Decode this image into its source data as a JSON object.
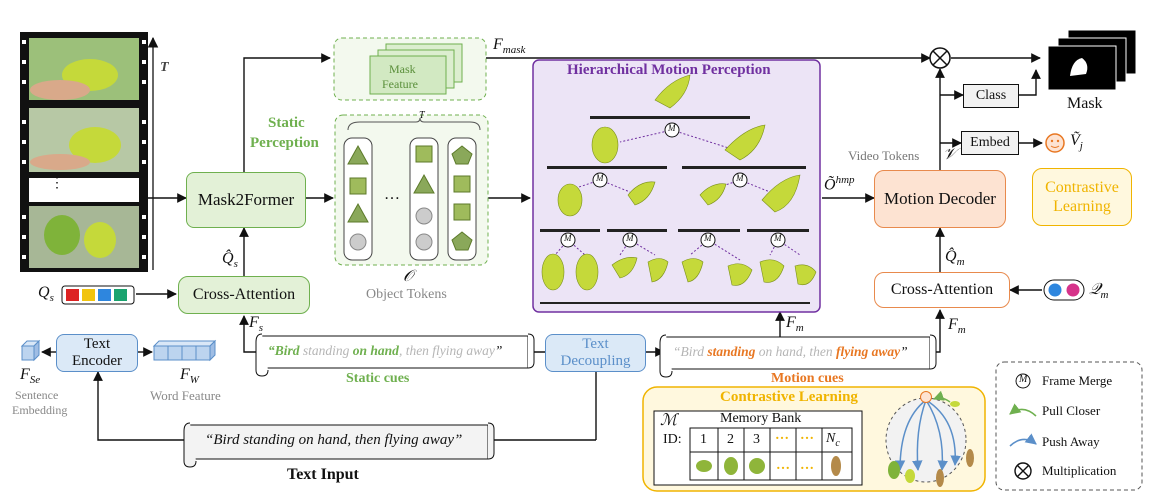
{
  "labels": {
    "t_axis": "T",
    "f_mask": "F",
    "f_mask_sub": "mask",
    "mask2former": "Mask2Former",
    "static_perception_1": "Static",
    "static_perception_2": "Perception",
    "mask_feature_1": "Mask",
    "mask_feature_2": "Feature",
    "t_brace": "T",
    "object_tokens_symbol": "𝒪",
    "object_tokens": "Object Tokens",
    "hmp_title": "Hierarchical Motion Perception",
    "o_hmp": "Õ",
    "o_hmp_sup": "hmp",
    "video_tokens": "Video Tokens",
    "v_symbol": "𝒱",
    "motion_decoder": "Motion Decoder",
    "class": "Class",
    "mask": "Mask",
    "embed": "Embed",
    "v_j": "Ṽ",
    "v_j_sub": "j",
    "contrastive_box_1": "Contrastive",
    "contrastive_box_2": "Learning",
    "qs_hat": "Q̂",
    "qs_hat_sub": "s",
    "qs": "Q",
    "qs_sub": "s",
    "cross_attention_s": "Cross-Attention",
    "fs": "F",
    "fs_sub": "s",
    "qm_hat": "Q̂",
    "qm_hat_sub": "m",
    "cross_attention_m": "Cross-Attention",
    "qm": "𝒬",
    "qm_sub": "m",
    "fm_top": "F",
    "fm_top_sub": "m",
    "fm_right": "F",
    "fm_right_sub": "m",
    "text_encoder_1": "Text",
    "text_encoder_2": "Encoder",
    "fse": "F",
    "fse_sub": "Se",
    "sentence_1": "Sentence",
    "sentence_2": "Embedding",
    "fw": "F",
    "fw_sub": "W",
    "word_feature": "Word Feature",
    "static_cue_bird": "“Bird",
    "static_cue_standing": " standing ",
    "static_cue_on_hand": "on hand",
    "static_cue_then": ", then flying away",
    "static_cue_end": "”",
    "static_cues": "Static cues",
    "text_decoupling_1": "Text",
    "text_decoupling_2": "Decoupling",
    "motion_cue_bird": "“Bird ",
    "motion_cue_standing": "standing",
    "motion_cue_mid": " on hand, then ",
    "motion_cue_flying": "flying away",
    "motion_cue_end": "”",
    "motion_cues": "Motion cues",
    "text_input_quote": "“Bird standing on hand, then flying away”",
    "text_input": "Text Input",
    "cl_title": "Contrastive Learning",
    "memory_symbol": "ℳ",
    "memory_bank": "Memory Bank",
    "id_label": "ID:",
    "id_1": "1",
    "id_2": "2",
    "id_3": "3",
    "id_nc": "N",
    "id_nc_sub": "c",
    "legend_frame_merge": "Frame Merge",
    "legend_pull": "Pull Closer",
    "legend_push": "Push Away",
    "legend_mult": "Multiplication",
    "m_glyph": "M",
    "ellipsis": "…",
    "ellipsis_v": "⋮"
  },
  "colors": {
    "green": "#6fb04f",
    "purple": "#7030a0",
    "orange": "#e87722",
    "yellow": "#f0b400",
    "blue": "#5b8fc9"
  }
}
